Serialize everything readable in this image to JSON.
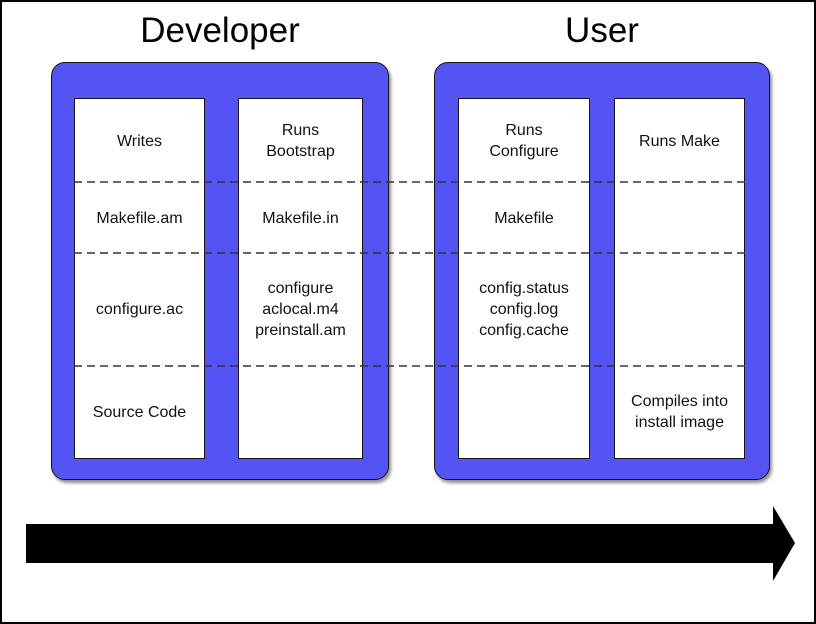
{
  "diagram": {
    "groups": [
      {
        "id": "developer",
        "title": "Developer",
        "columns": [
          {
            "id": "writes",
            "cells": [
              "Writes",
              "Makefile.am",
              "configure.ac",
              "Source Code"
            ]
          },
          {
            "id": "runs-bootstrap",
            "cells": [
              "Runs\nBootstrap",
              "Makefile.in",
              "configure\naclocal.m4\npreinstall.am",
              ""
            ]
          }
        ]
      },
      {
        "id": "user",
        "title": "User",
        "columns": [
          {
            "id": "runs-configure",
            "cells": [
              "Runs\nConfigure",
              "Makefile",
              "config.status\nconfig.log\nconfig.cache",
              ""
            ]
          },
          {
            "id": "runs-make",
            "cells": [
              "Runs Make",
              "",
              "",
              "Compiles into\ninstall image"
            ]
          }
        ]
      }
    ],
    "icons": {
      "flow_arrow": "right-arrow"
    },
    "colors": {
      "box_fill": "#5454F5",
      "box_border": "#141414",
      "dashed_divider": "#333333",
      "arrow_fill": "#000000",
      "page_background": "#FFFFFF",
      "page_border": "#000000",
      "text": "#111111"
    }
  }
}
